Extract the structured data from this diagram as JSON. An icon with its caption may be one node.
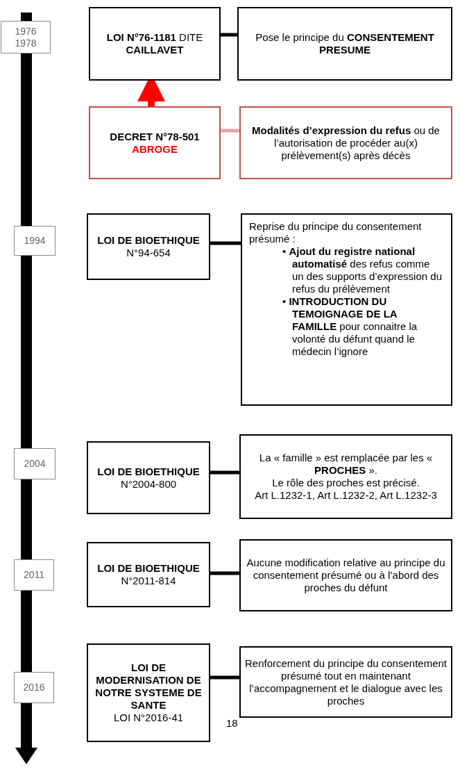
{
  "diagram": {
    "nodes": [
      {
        "text": [
          "1976 1978"
        ]
      },
      {
        "text": [
          "**LOI N°76-1181** DITE **CAILLAVET**"
        ]
      },
      {
        "text": [
          "Pose le principe du **CONSENTEMENT PRESUME**"
        ]
      },
      {
        "text": [
          "DECRET N°78-501",
          "ABROGE"
        ]
      },
      {
        "text": [
          "**Modalités d’expression du refus** ou de l’autorisation de procéder au(x) prélèvement(s) après décès"
        ]
      },
      {
        "text": [
          "1994"
        ]
      },
      {
        "text": [
          "LOI DE BIOETHIQUE",
          "N°94-654"
        ]
      },
      {
        "text": [
          "Reprise du principe du consentement présumé :",
          "• **Ajout du registre national automatisé** des refus comme un des supports d’expression du refus du prélèvement",
          "• **INTRODUCTION DU TEMOIGNAGE DE LA FAMILLE** pour connaitre la volonté du défunt quand le médecin l’ignore"
        ]
      },
      {
        "text": [
          "2004"
        ]
      },
      {
        "text": [
          "LOI DE BIOETHIQUE",
          "N°2004-800"
        ]
      },
      {
        "text": [
          "La « famille » est remplacée par les « **PROCHES** ».",
          "Le rôle des proches est précisé.",
          "Art L.1232-1, Art L.1232-2, Art L.1232-3"
        ]
      },
      {
        "text": [
          "2011"
        ]
      },
      {
        "text": [
          "LOI DE BIOETHIQUE",
          "N°2011-814"
        ]
      },
      {
        "text": [
          "Aucune modification relative au principe du consentement présumé ou à l’abord des proches du défunt"
        ]
      },
      {
        "text": [
          "2016"
        ]
      },
      {
        "text": [
          "LOI DE MODERNISATION DE NOTRE SYSTEME DE SANTE",
          "LOI N°2016-41"
        ]
      },
      {
        "text": [
          "Renforcement du principe du consentement présumé tout en maintenant l’accompagnement et le dialogue avec les proches"
        ]
      }
    ],
    "edges": [
      {
        "from": 1,
        "to": 2,
        "arrow": "none"
      },
      {
        "from": 3,
        "to": 1,
        "arrow": "to",
        "style": "thick",
        "color": "#ff0000"
      },
      {
        "from": 3,
        "to": 4,
        "arrow": "none",
        "color": "#e6a3a3"
      },
      {
        "from": 6,
        "to": 7,
        "arrow": "none"
      },
      {
        "from": 9,
        "to": 10,
        "arrow": "none"
      },
      {
        "from": 12,
        "to": 13,
        "arrow": "none"
      },
      {
        "from": 15,
        "to": 16,
        "arrow": "none"
      }
    ],
    "labels": [
      "18"
    ]
  }
}
